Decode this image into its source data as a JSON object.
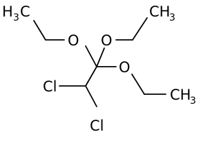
{
  "molecule": {
    "atoms": {
      "methyl_left": "H",
      "methyl_left_sub": "3",
      "methyl_left_c": "C",
      "methyl_mid": "CH",
      "methyl_mid_sub": "3",
      "methyl_right": "CH",
      "methyl_right_sub": "3",
      "oxygen_1": "O",
      "oxygen_2": "O",
      "oxygen_3": "O",
      "chlorine_1": "Cl",
      "chlorine_2": "Cl"
    }
  }
}
